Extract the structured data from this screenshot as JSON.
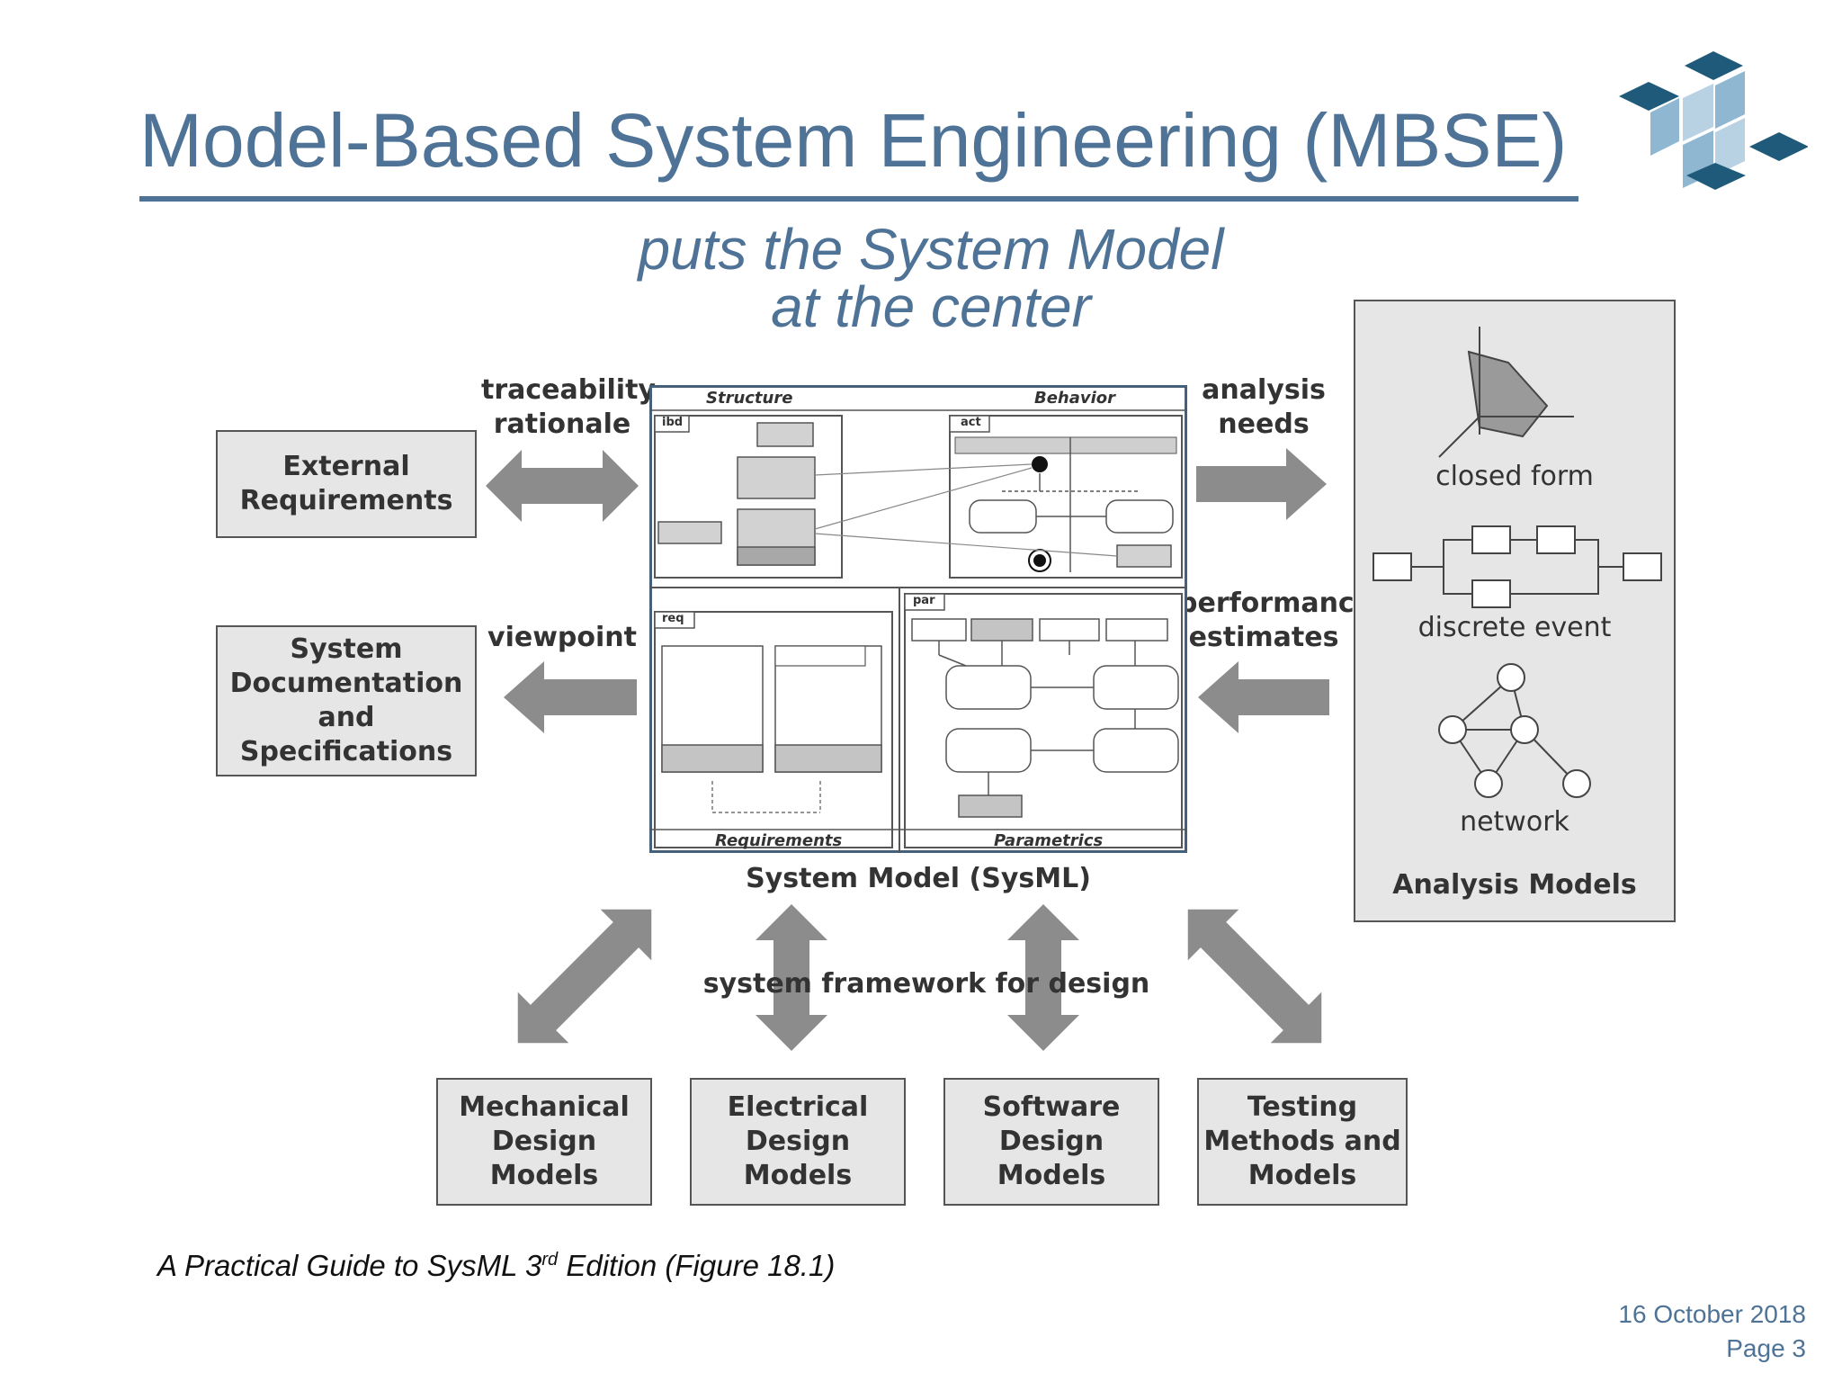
{
  "slide": {
    "title": "Model-Based System Engineering (MBSE)",
    "subtitle_line1": "puts the System Model",
    "subtitle_line2": "at the center",
    "citation_text": "A Practical Guide to SysML 3",
    "citation_sup": "rd",
    "citation_rest": " Edition (Figure 18.1)",
    "date": "16 October 2018",
    "page": "Page 3"
  },
  "colors": {
    "title": "#4f7396",
    "logo_dark": "#1f5a7a",
    "logo_light": "#8fb7d2",
    "arrow": "#8c8c8c",
    "box_fill": "#e6e6e6"
  },
  "diagram": {
    "left_boxes": {
      "external_line1": "External",
      "external_line2": "Requirements",
      "sysdoc_line1": "System",
      "sysdoc_line2": "Documentation",
      "sysdoc_line3": "and Specifications"
    },
    "flow_labels": {
      "traceability": "traceability",
      "rationale": "rationale",
      "viewpoint": "viewpoint",
      "analysis": "analysis",
      "needs": "needs",
      "performance": "performance",
      "estimates": "estimates",
      "framework": "system framework for design"
    },
    "system_model": {
      "label": "System Model (SysML)",
      "structure": "Structure",
      "behavior": "Behavior",
      "requirements": "Requirements",
      "parametrics": "Parametrics",
      "tag_ibd": "ibd",
      "tag_act": "act",
      "tag_req": "req",
      "tag_par": "par"
    },
    "analysis_models": {
      "closed_form": "closed form",
      "discrete_event": "discrete event",
      "network": "network",
      "title": "Analysis Models"
    },
    "bottom_boxes": {
      "mechanical_line1": "Mechanical",
      "mechanical_line2": "Design Models",
      "electrical_line1": "Electrical",
      "electrical_line2": "Design",
      "electrical_line3": "Models",
      "software_line1": "Software",
      "software_line2": "Design",
      "software_line3": "Models",
      "testing_line1": "Testing",
      "testing_line2": "Methods and",
      "testing_line3": "Models"
    }
  }
}
